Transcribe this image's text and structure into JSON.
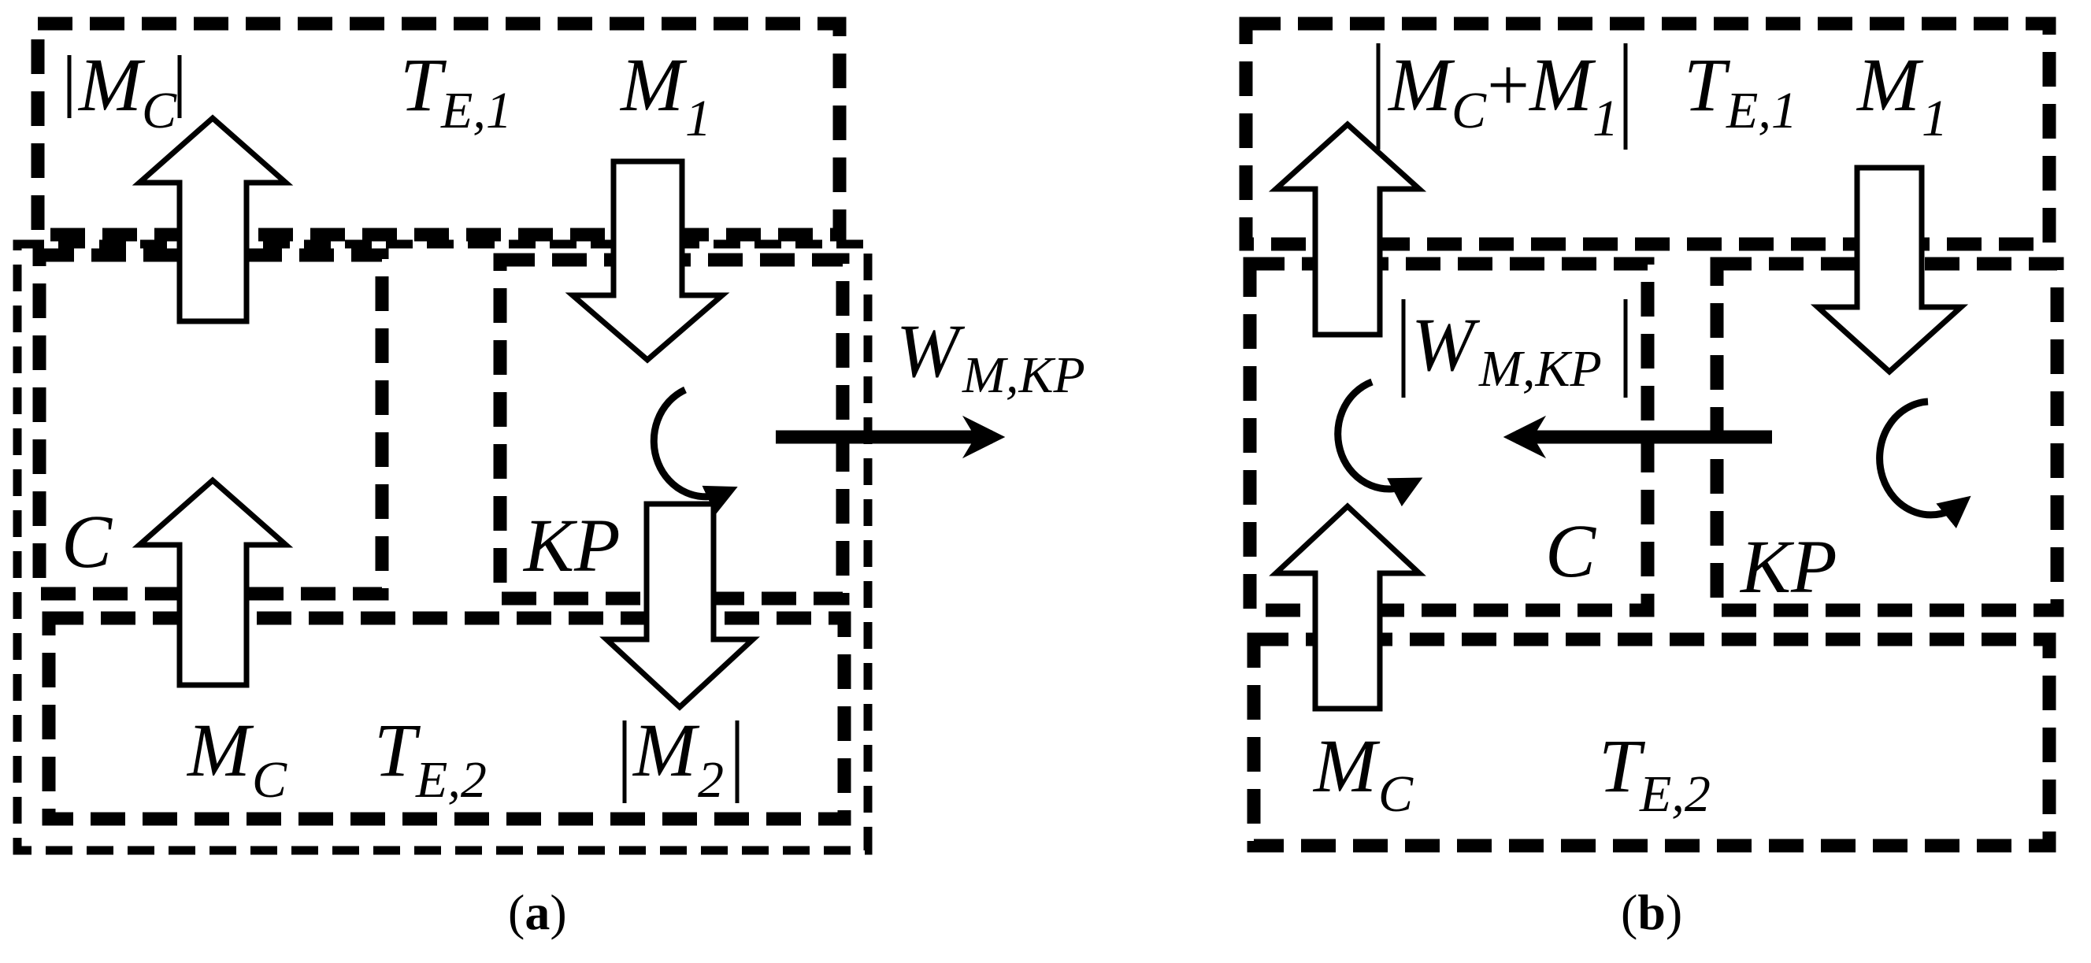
{
  "panel_a": {
    "caption": {
      "open": "(",
      "letter": "a",
      "close": ")"
    },
    "labels": {
      "mc_abs_top": {
        "base": "M",
        "sub": "C"
      },
      "te1": {
        "base": "T",
        "sub": "E,1"
      },
      "m1": {
        "base": "M",
        "sub": "1"
      },
      "w_mkp": {
        "base": "W",
        "sub": "M,KP"
      },
      "c": "C",
      "kp": "KP",
      "mc_bottom": {
        "base": "M",
        "sub": "C"
      },
      "te2": {
        "base": "T",
        "sub": "E,2"
      },
      "m2_abs": {
        "base": "M",
        "sub": "2"
      }
    }
  },
  "panel_b": {
    "caption": {
      "open": "(",
      "letter": "b",
      "close": ")"
    },
    "labels": {
      "mc_plus_m1": {
        "base1": "M",
        "sub1": "C",
        "plus": "+",
        "base2": "M",
        "sub2": "1"
      },
      "te1": {
        "base": "T",
        "sub": "E,1"
      },
      "m1": {
        "base": "M",
        "sub": "1"
      },
      "w_mkp_abs": {
        "base": "W",
        "sub": "M,KP"
      },
      "c": "C",
      "kp": "KP",
      "mc_bottom": {
        "base": "M",
        "sub": "C"
      },
      "te2": {
        "base": "T",
        "sub": "E,2"
      }
    }
  }
}
